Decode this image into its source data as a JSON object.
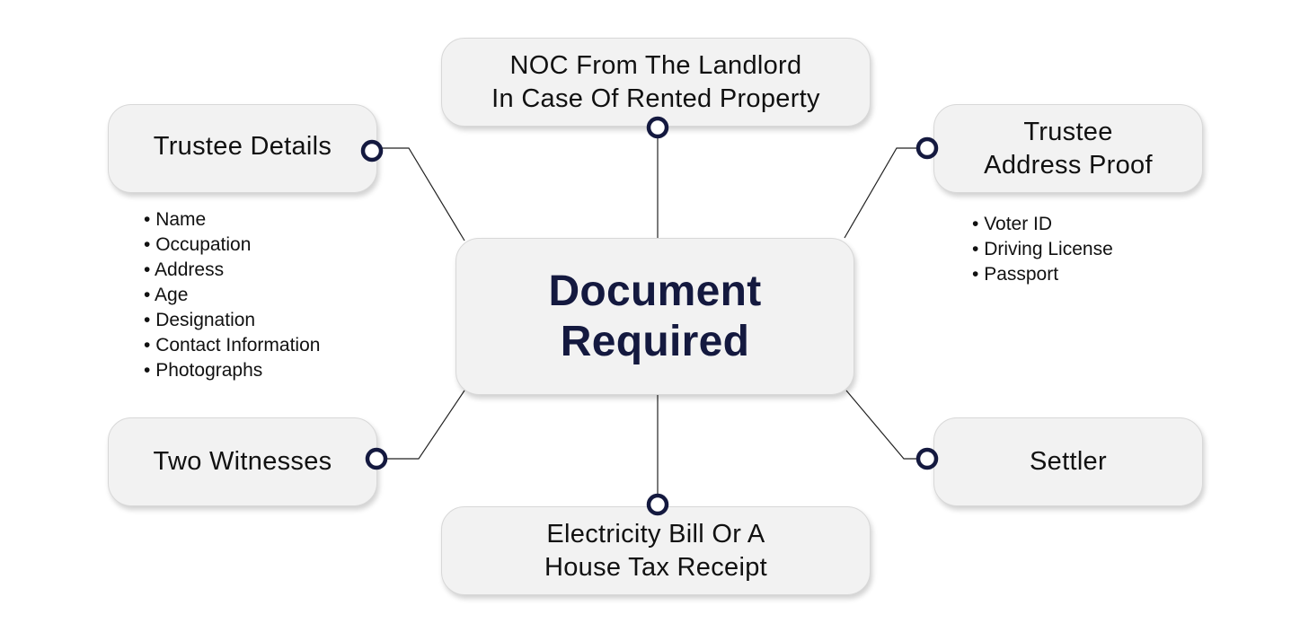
{
  "center": {
    "line1": "Document",
    "line2": "Required"
  },
  "nodes": {
    "noc": {
      "line1": "NOC From The Landlord",
      "line2": "In Case Of Rented Property"
    },
    "trustee_details": {
      "label": "Trustee Details",
      "items": [
        "Name",
        "Occupation",
        "Address",
        "Age",
        "Designation",
        "Contact Information",
        "Photographs"
      ]
    },
    "trustee_address_proof": {
      "line1": "Trustee",
      "line2": "Address Proof",
      "items": [
        "Voter ID",
        "Driving License",
        "Passport"
      ]
    },
    "two_witnesses": {
      "label": "Two Witnesses"
    },
    "settler": {
      "label": "Settler"
    },
    "electricity": {
      "line1": "Electricity Bill Or A",
      "line2": "House Tax Receipt"
    }
  },
  "colors": {
    "accent": "#14193f",
    "box": "#f2f2f2",
    "line": "#222222"
  }
}
